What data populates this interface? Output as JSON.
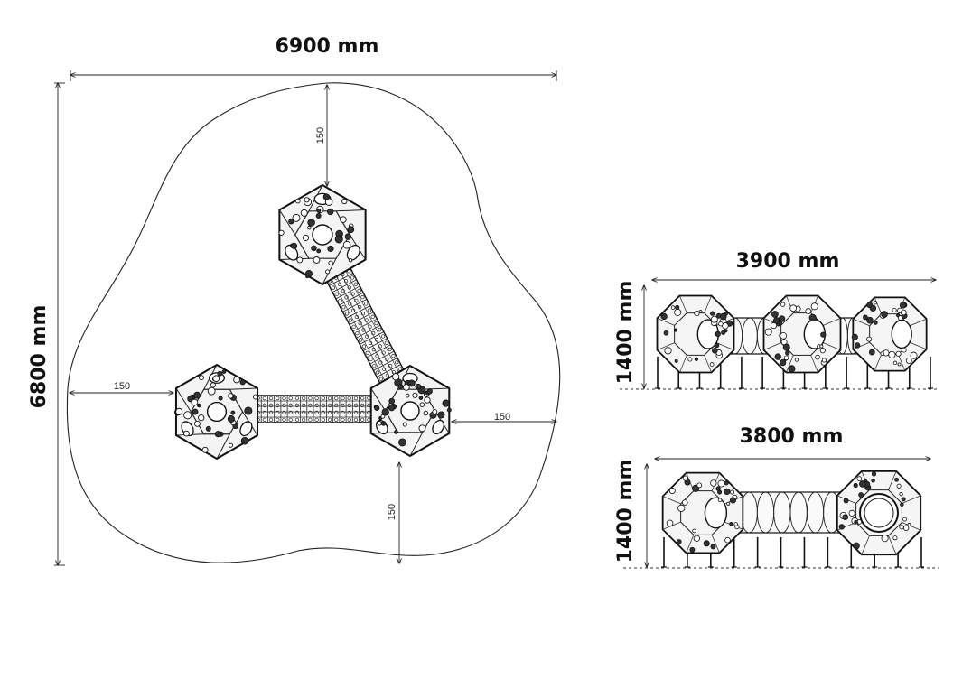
{
  "plan": {
    "width_label": "6900 mm",
    "height_label": "6800 mm",
    "clearances": {
      "top": "150",
      "left": "150",
      "right": "150",
      "bottom": "150"
    }
  },
  "elevation_1": {
    "width_label": "3900 mm",
    "height_label": "1400 mm"
  },
  "elevation_2": {
    "width_label": "3800 mm",
    "height_label": "1400 mm"
  }
}
